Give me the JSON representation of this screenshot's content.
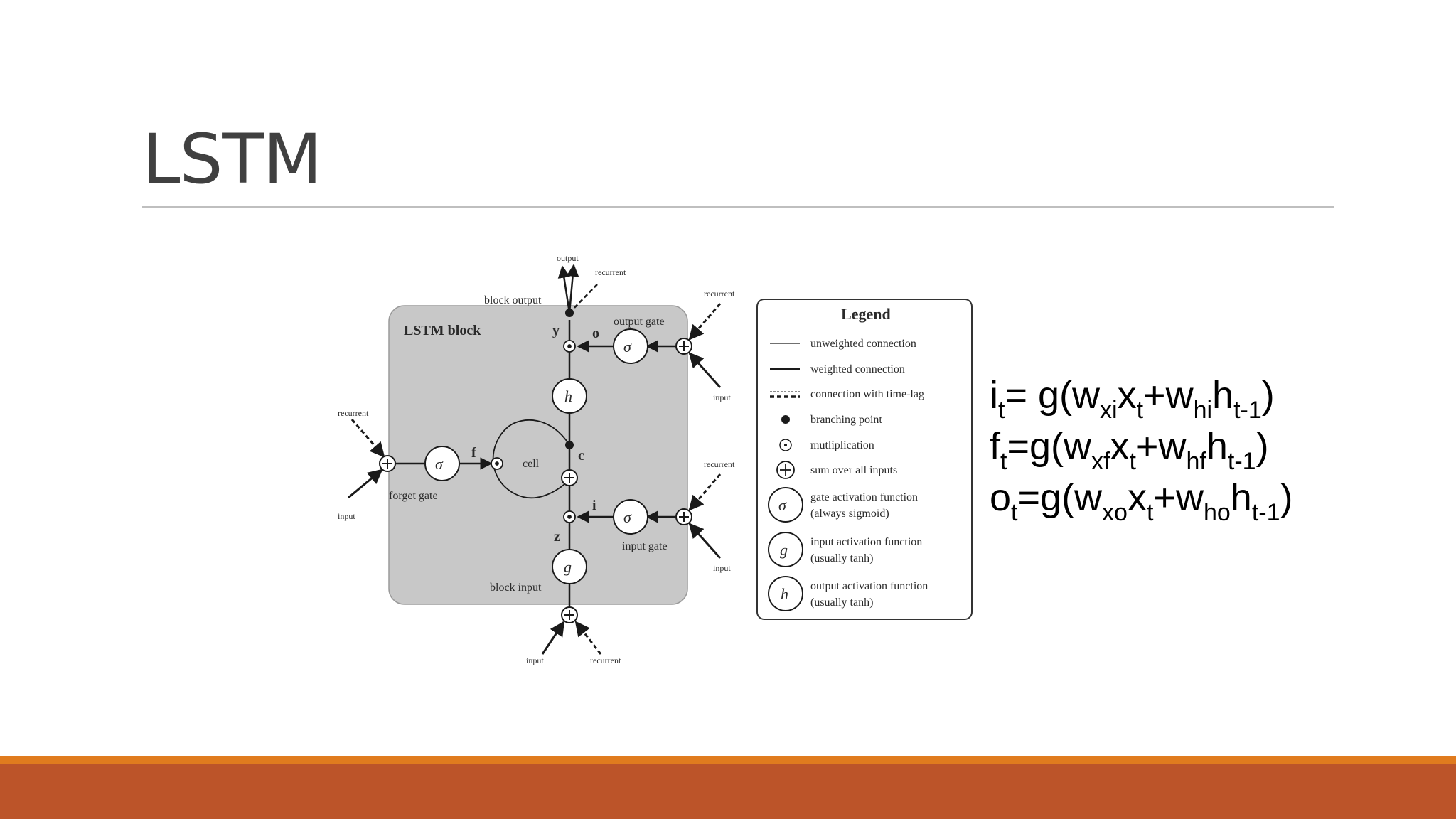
{
  "slide": {
    "title": "LSTM"
  },
  "diagram": {
    "block_title": "LSTM block",
    "labels": {
      "output": "output",
      "recurrent": "recurrent",
      "input": "input",
      "block_output": "block output",
      "output_gate": "output gate",
      "forget_gate": "forget gate",
      "input_gate": "input gate",
      "block_input": "block input",
      "cell": "cell",
      "y": "y",
      "o": "o",
      "f": "f",
      "c": "c",
      "i": "i",
      "z": "z",
      "sigma": "σ",
      "g": "g",
      "h": "h"
    },
    "legend": {
      "title": "Legend",
      "items": [
        {
          "label": "unweighted connection"
        },
        {
          "label": "weighted connection"
        },
        {
          "label": "connection with time-lag"
        },
        {
          "label": "branching point"
        },
        {
          "label": "mutliplication"
        },
        {
          "label": "sum over all inputs"
        },
        {
          "label": "gate activation function",
          "sub": "(always sigmoid)"
        },
        {
          "label": "input activation function",
          "sub": "(usually tanh)"
        },
        {
          "label": "output activation function",
          "sub": "(usually tanh)"
        }
      ]
    }
  },
  "equations": [
    {
      "v": "i",
      "vs": "t",
      "pre": "= g(w",
      "s1": "xi",
      "x": "x",
      "xs": "t",
      "mid": "+w",
      "s2": "hi",
      "h": "h",
      "hs": "t-1",
      "end": ")"
    },
    {
      "v": "f",
      "vs": "t",
      "pre": "=g(w",
      "s1": "xf",
      "x": "x",
      "xs": "t",
      "mid": "+w",
      "s2": "hf",
      "h": "h",
      "hs": "t-1",
      "end": ")"
    },
    {
      "v": "o",
      "vs": "t",
      "pre": "=g(w",
      "s1": "xo",
      "x": "x",
      "xs": "t",
      "mid": "+w",
      "s2": "ho",
      "h": "h",
      "hs": "t-1",
      "end": ")"
    }
  ],
  "colors": {
    "accent_orange": "#e07b1e",
    "accent_rust": "#bc5429",
    "block_fill": "#c8c8c8"
  }
}
